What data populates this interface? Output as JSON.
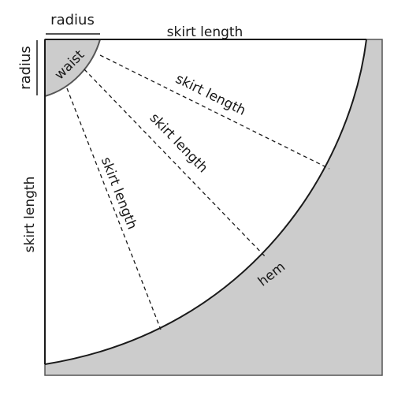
{
  "labels": {
    "radius_top": "radius",
    "radius_left": "radius",
    "waist": "waist",
    "skirt_length_top": "skirt length",
    "skirt_length_left": "skirt length",
    "skirt_length_1": "skirt length",
    "skirt_length_2": "skirt length",
    "skirt_length_3": "skirt length",
    "hem": "hem"
  },
  "colors": {
    "shaded_fill": "#cccccc",
    "outline": "#555555",
    "stroke": "#1a1a1a",
    "text": "#1a1a1a"
  }
}
